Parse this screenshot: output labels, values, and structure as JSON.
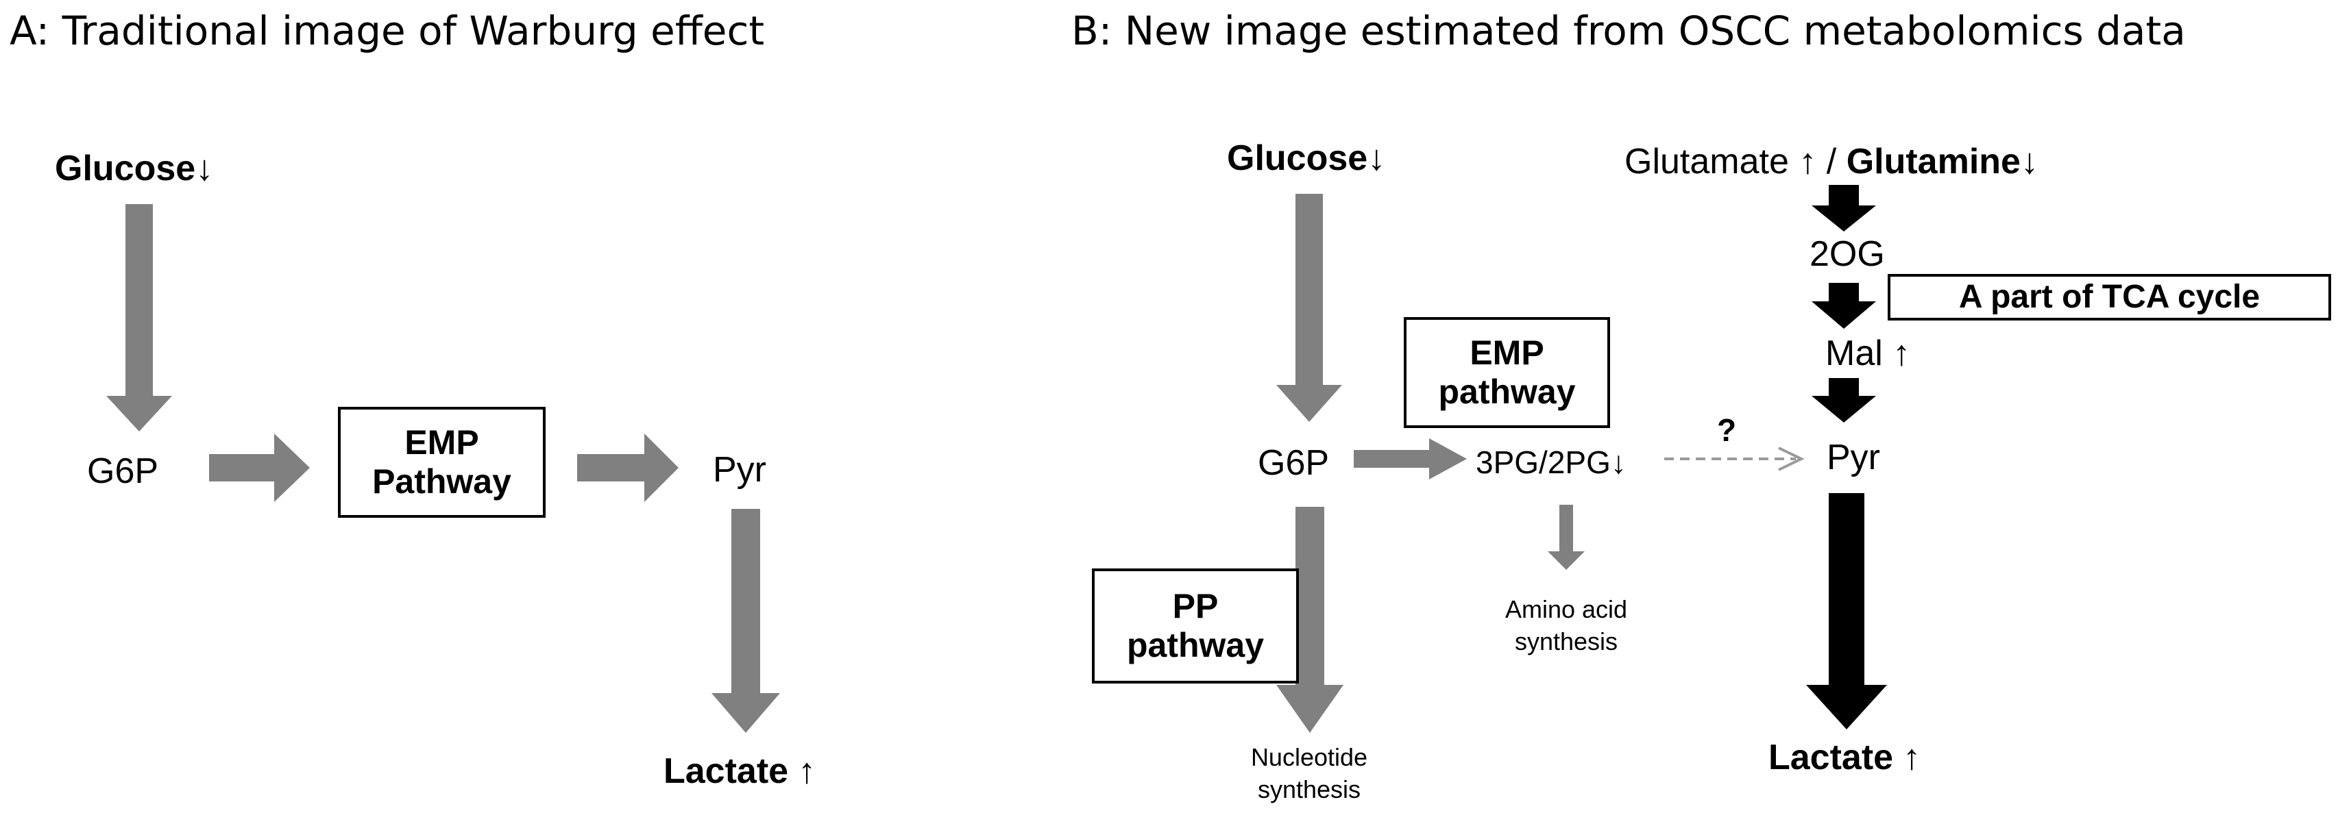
{
  "panel_a": {
    "title": "A: Traditional image of Warburg effect",
    "glucose": "Glucose",
    "glucose_arrow": "↓",
    "g6p": "G6P",
    "emp_line1": "EMP",
    "emp_line2": "Pathway",
    "pyr": "Pyr",
    "lactate": "Lactate",
    "lactate_arrow": "↑"
  },
  "panel_b": {
    "title": "B: New image estimated from OSCC metabolomics data",
    "glucose": "Glucose",
    "glucose_arrow": "↓",
    "glutamate": "Glutamate ↑ / ",
    "glutamine": "Glutamine",
    "glutamine_arrow": "↓",
    "og": "2OG",
    "tca": "A part of TCA cycle",
    "mal": "Mal ↑",
    "emp_line1": "EMP",
    "emp_line2": "pathway",
    "g6p": "G6P",
    "pg": "3PG/2PG",
    "pg_arrow": "↓",
    "question": "?",
    "pyr": "Pyr",
    "pp_line1": "PP",
    "pp_line2": "pathway",
    "amino_line1": "Amino acid",
    "amino_line2": "synthesis",
    "nucleotide_line1": "Nucleotide",
    "nucleotide_line2": "synthesis",
    "lactate": "Lactate",
    "lactate_arrow": "↑"
  },
  "colors": {
    "gray_arrow": "#808080",
    "black_arrow": "#000000",
    "dashed_arrow": "#9a9a9a"
  }
}
